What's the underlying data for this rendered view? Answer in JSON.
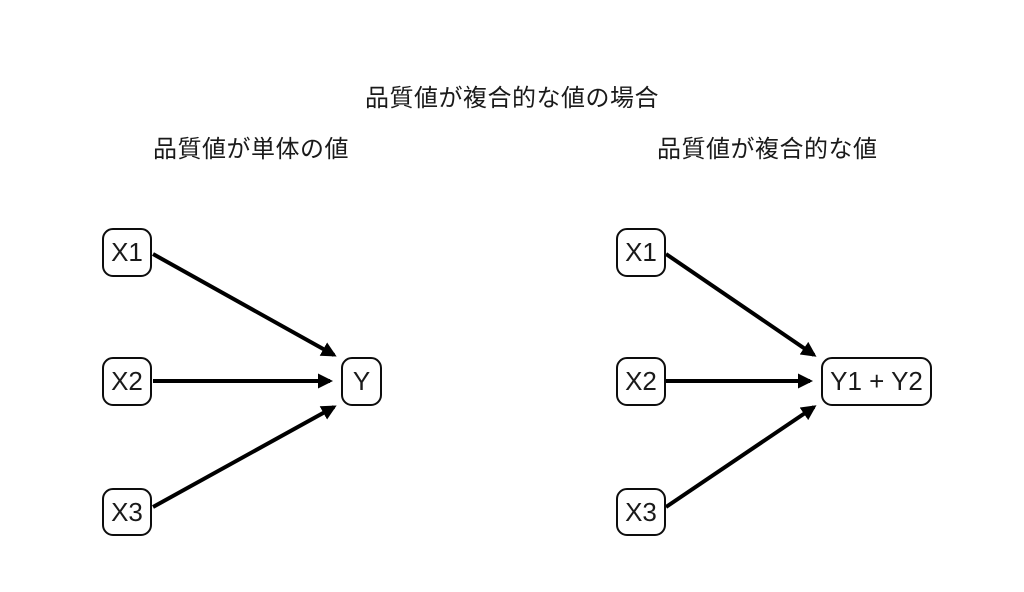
{
  "title": "品質値が複合的な値の場合",
  "left": {
    "subtitle": "品質値が単体の値",
    "nodes": [
      {
        "label": "X1"
      },
      {
        "label": "X2"
      },
      {
        "label": "X3"
      }
    ],
    "target": {
      "label": "Y"
    },
    "edges": [
      {
        "from": "X1",
        "to": "Y"
      },
      {
        "from": "X2",
        "to": "Y"
      },
      {
        "from": "X3",
        "to": "Y"
      }
    ]
  },
  "right": {
    "subtitle": "品質値が複合的な値",
    "nodes": [
      {
        "label": "X1"
      },
      {
        "label": "X2"
      },
      {
        "label": "X3"
      }
    ],
    "target": {
      "label": "Y1 + Y2"
    },
    "edges": [
      {
        "from": "X1",
        "to": "Y1 + Y2"
      },
      {
        "from": "X2",
        "to": "Y1 + Y2"
      },
      {
        "from": "X3",
        "to": "Y1 + Y2"
      }
    ]
  },
  "colors": {
    "background": "#ffffff",
    "stroke": "#000000",
    "text": "#1a1a1a"
  }
}
